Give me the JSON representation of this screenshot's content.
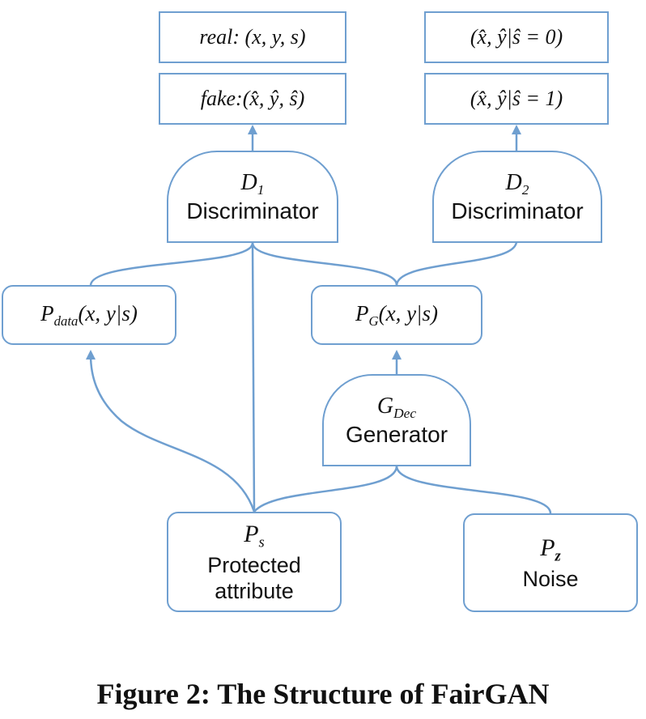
{
  "top_left": {
    "real": "real: (x, y, s)",
    "fake": "fake:(x̂, ŷ, ŝ)"
  },
  "top_right": {
    "s0": "(x̂, ŷ|ŝ = 0)",
    "s1": "(x̂, ŷ|ŝ = 1)"
  },
  "d1": {
    "symbol": "D",
    "sub": "1",
    "label": "Discriminator"
  },
  "d2": {
    "symbol": "D",
    "sub": "2",
    "label": "Discriminator"
  },
  "p_data": {
    "symbol": "P",
    "sub": "data",
    "rest": "(x, y|s)"
  },
  "p_g": {
    "symbol": "P",
    "sub": "G",
    "rest": "(x, y|s)"
  },
  "gen": {
    "symbol": "G",
    "sub": "Dec",
    "label": "Generator"
  },
  "p_s": {
    "symbol": "P",
    "sub": "s",
    "label1": "Protected",
    "label2": "attribute"
  },
  "p_z": {
    "symbol": "P",
    "sub": "z",
    "label": "Noise"
  },
  "caption": "Figure 2: The Structure of FairGAN",
  "colors": {
    "line": "#6f9fd0",
    "text": "#111111"
  }
}
